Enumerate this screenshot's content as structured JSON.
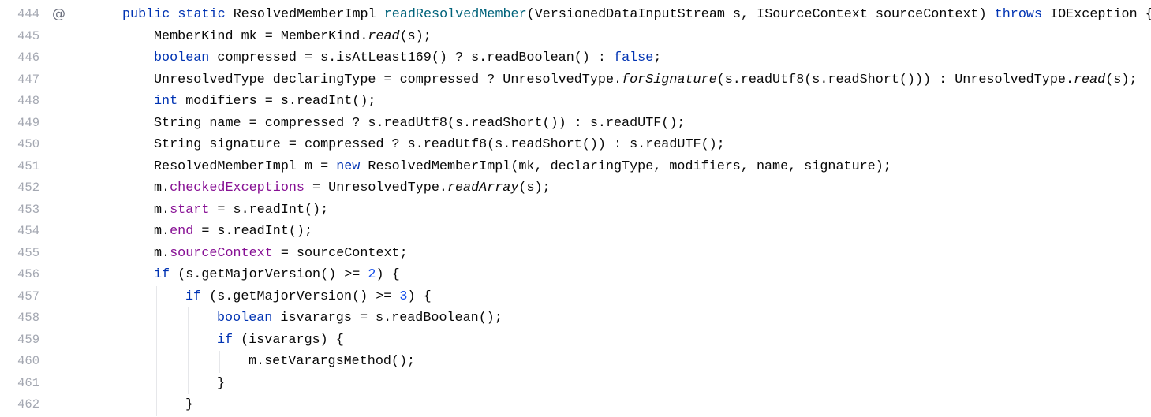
{
  "editor": {
    "gutter_icon": "@",
    "lines": [
      {
        "no": "444",
        "indent": 0,
        "icon": "annotation-at-icon",
        "tokens": [
          [
            "k",
            "public static "
          ],
          [
            "t",
            "ResolvedMemberImpl "
          ],
          [
            "m",
            "readResolvedMember"
          ],
          [
            "t",
            "(VersionedDataInputStream s, ISourceContext sourceContext) "
          ],
          [
            "k",
            "throws "
          ],
          [
            "t",
            "IOException {"
          ]
        ]
      },
      {
        "no": "445",
        "indent": 1,
        "tokens": [
          [
            "t",
            "MemberKind mk = MemberKind."
          ],
          [
            "i",
            "read"
          ],
          [
            "t",
            "(s);"
          ]
        ]
      },
      {
        "no": "446",
        "indent": 1,
        "tokens": [
          [
            "k",
            "boolean "
          ],
          [
            "t",
            "compressed = s.isAtLeast169() ? s.readBoolean() : "
          ],
          [
            "k",
            "false"
          ],
          [
            "t",
            ";"
          ]
        ]
      },
      {
        "no": "447",
        "indent": 1,
        "tokens": [
          [
            "t",
            "UnresolvedType declaringType = compressed ? UnresolvedType."
          ],
          [
            "i",
            "forSignature"
          ],
          [
            "t",
            "(s.readUtf8(s.readShort())) : UnresolvedType."
          ],
          [
            "i",
            "read"
          ],
          [
            "t",
            "(s);"
          ]
        ]
      },
      {
        "no": "448",
        "indent": 1,
        "tokens": [
          [
            "k",
            "int "
          ],
          [
            "t",
            "modifiers = s.readInt();"
          ]
        ]
      },
      {
        "no": "449",
        "indent": 1,
        "tokens": [
          [
            "t",
            "String name = compressed ? s.readUtf8(s.readShort()) : s.readUTF();"
          ]
        ]
      },
      {
        "no": "450",
        "indent": 1,
        "tokens": [
          [
            "t",
            "String signature = compressed ? s.readUtf8(s.readShort()) : s.readUTF();"
          ]
        ]
      },
      {
        "no": "451",
        "indent": 1,
        "tokens": [
          [
            "t",
            "ResolvedMemberImpl m = "
          ],
          [
            "k",
            "new "
          ],
          [
            "t",
            "ResolvedMemberImpl(mk, declaringType, modifiers, name, signature);"
          ]
        ]
      },
      {
        "no": "452",
        "indent": 1,
        "tokens": [
          [
            "t",
            "m."
          ],
          [
            "f",
            "checkedExceptions"
          ],
          [
            "t",
            " = UnresolvedType."
          ],
          [
            "i",
            "readArray"
          ],
          [
            "t",
            "(s);"
          ]
        ]
      },
      {
        "no": "453",
        "indent": 1,
        "tokens": [
          [
            "t",
            "m."
          ],
          [
            "f",
            "start"
          ],
          [
            "t",
            " = s.readInt();"
          ]
        ]
      },
      {
        "no": "454",
        "indent": 1,
        "tokens": [
          [
            "t",
            "m."
          ],
          [
            "f",
            "end"
          ],
          [
            "t",
            " = s.readInt();"
          ]
        ]
      },
      {
        "no": "455",
        "indent": 1,
        "tokens": [
          [
            "t",
            "m."
          ],
          [
            "f",
            "sourceContext"
          ],
          [
            "t",
            " = sourceContext;"
          ]
        ]
      },
      {
        "no": "456",
        "indent": 1,
        "tokens": [
          [
            "k",
            "if "
          ],
          [
            "t",
            "(s.getMajorVersion() >= "
          ],
          [
            "n",
            "2"
          ],
          [
            "t",
            ") {"
          ]
        ]
      },
      {
        "no": "457",
        "indent": 2,
        "tokens": [
          [
            "k",
            "if "
          ],
          [
            "t",
            "(s.getMajorVersion() >= "
          ],
          [
            "n",
            "3"
          ],
          [
            "t",
            ") {"
          ]
        ]
      },
      {
        "no": "458",
        "indent": 3,
        "tokens": [
          [
            "k",
            "boolean "
          ],
          [
            "t",
            "isvarargs = s.readBoolean();"
          ]
        ]
      },
      {
        "no": "459",
        "indent": 3,
        "tokens": [
          [
            "k",
            "if "
          ],
          [
            "t",
            "(isvarargs) {"
          ]
        ]
      },
      {
        "no": "460",
        "indent": 4,
        "tokens": [
          [
            "t",
            "m.setVarargsMethod();"
          ]
        ]
      },
      {
        "no": "461",
        "indent": 3,
        "tokens": [
          [
            "t",
            "}"
          ]
        ]
      },
      {
        "no": "462",
        "indent": 2,
        "tokens": [
          [
            "t",
            "}"
          ]
        ]
      }
    ]
  }
}
